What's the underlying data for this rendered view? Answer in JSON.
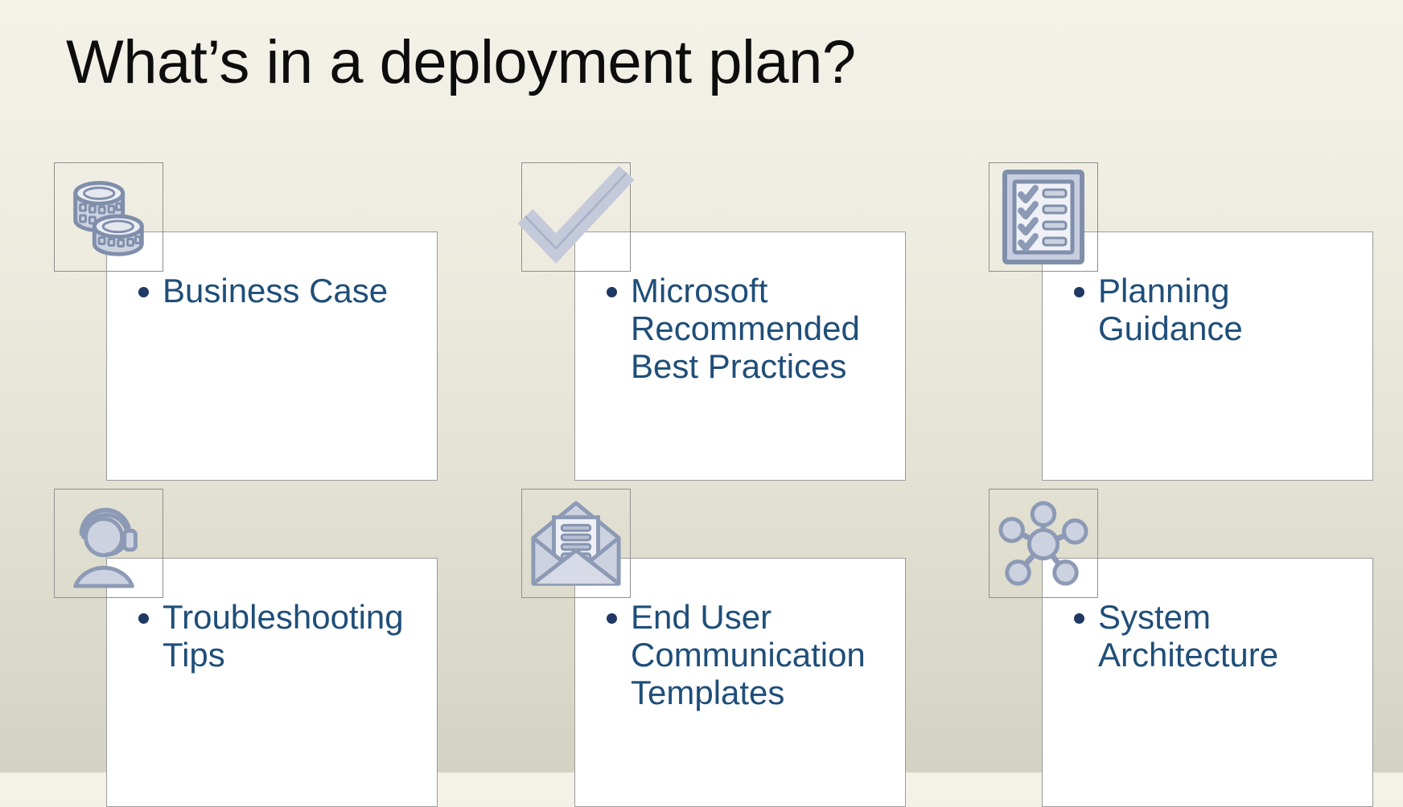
{
  "slide": {
    "title": "What’s in a deployment plan?",
    "background_top_color": "#f4f2e8",
    "background_bottom_color": "#d4d2c2",
    "text_color": "#1f4e79",
    "bullet_color": "#1f3864",
    "icon_fill_color": "#cdd2e0",
    "icon_stroke_color": "#7f8fab",
    "panel_background": "#ffffff",
    "panel_border_color": "#9a9a9a"
  },
  "cards": [
    {
      "id": "business-case",
      "icon": "coins-icon",
      "text": "Business Case"
    },
    {
      "id": "best-practices",
      "icon": "checkmark-icon",
      "text": "Microsoft\nRecommended\nBest Practices"
    },
    {
      "id": "planning-guidance",
      "icon": "checklist-clipboard-icon",
      "text": "Planning\nGuidance"
    },
    {
      "id": "troubleshooting-tips",
      "icon": "headset-support-agent-icon",
      "text": "Troubleshooting\nTips"
    },
    {
      "id": "end-user-communication",
      "icon": "open-envelope-letter-icon",
      "text": "End User\nCommunication\nTemplates"
    },
    {
      "id": "system-architecture",
      "icon": "network-hub-nodes-icon",
      "text": "System\nArchitecture"
    }
  ]
}
